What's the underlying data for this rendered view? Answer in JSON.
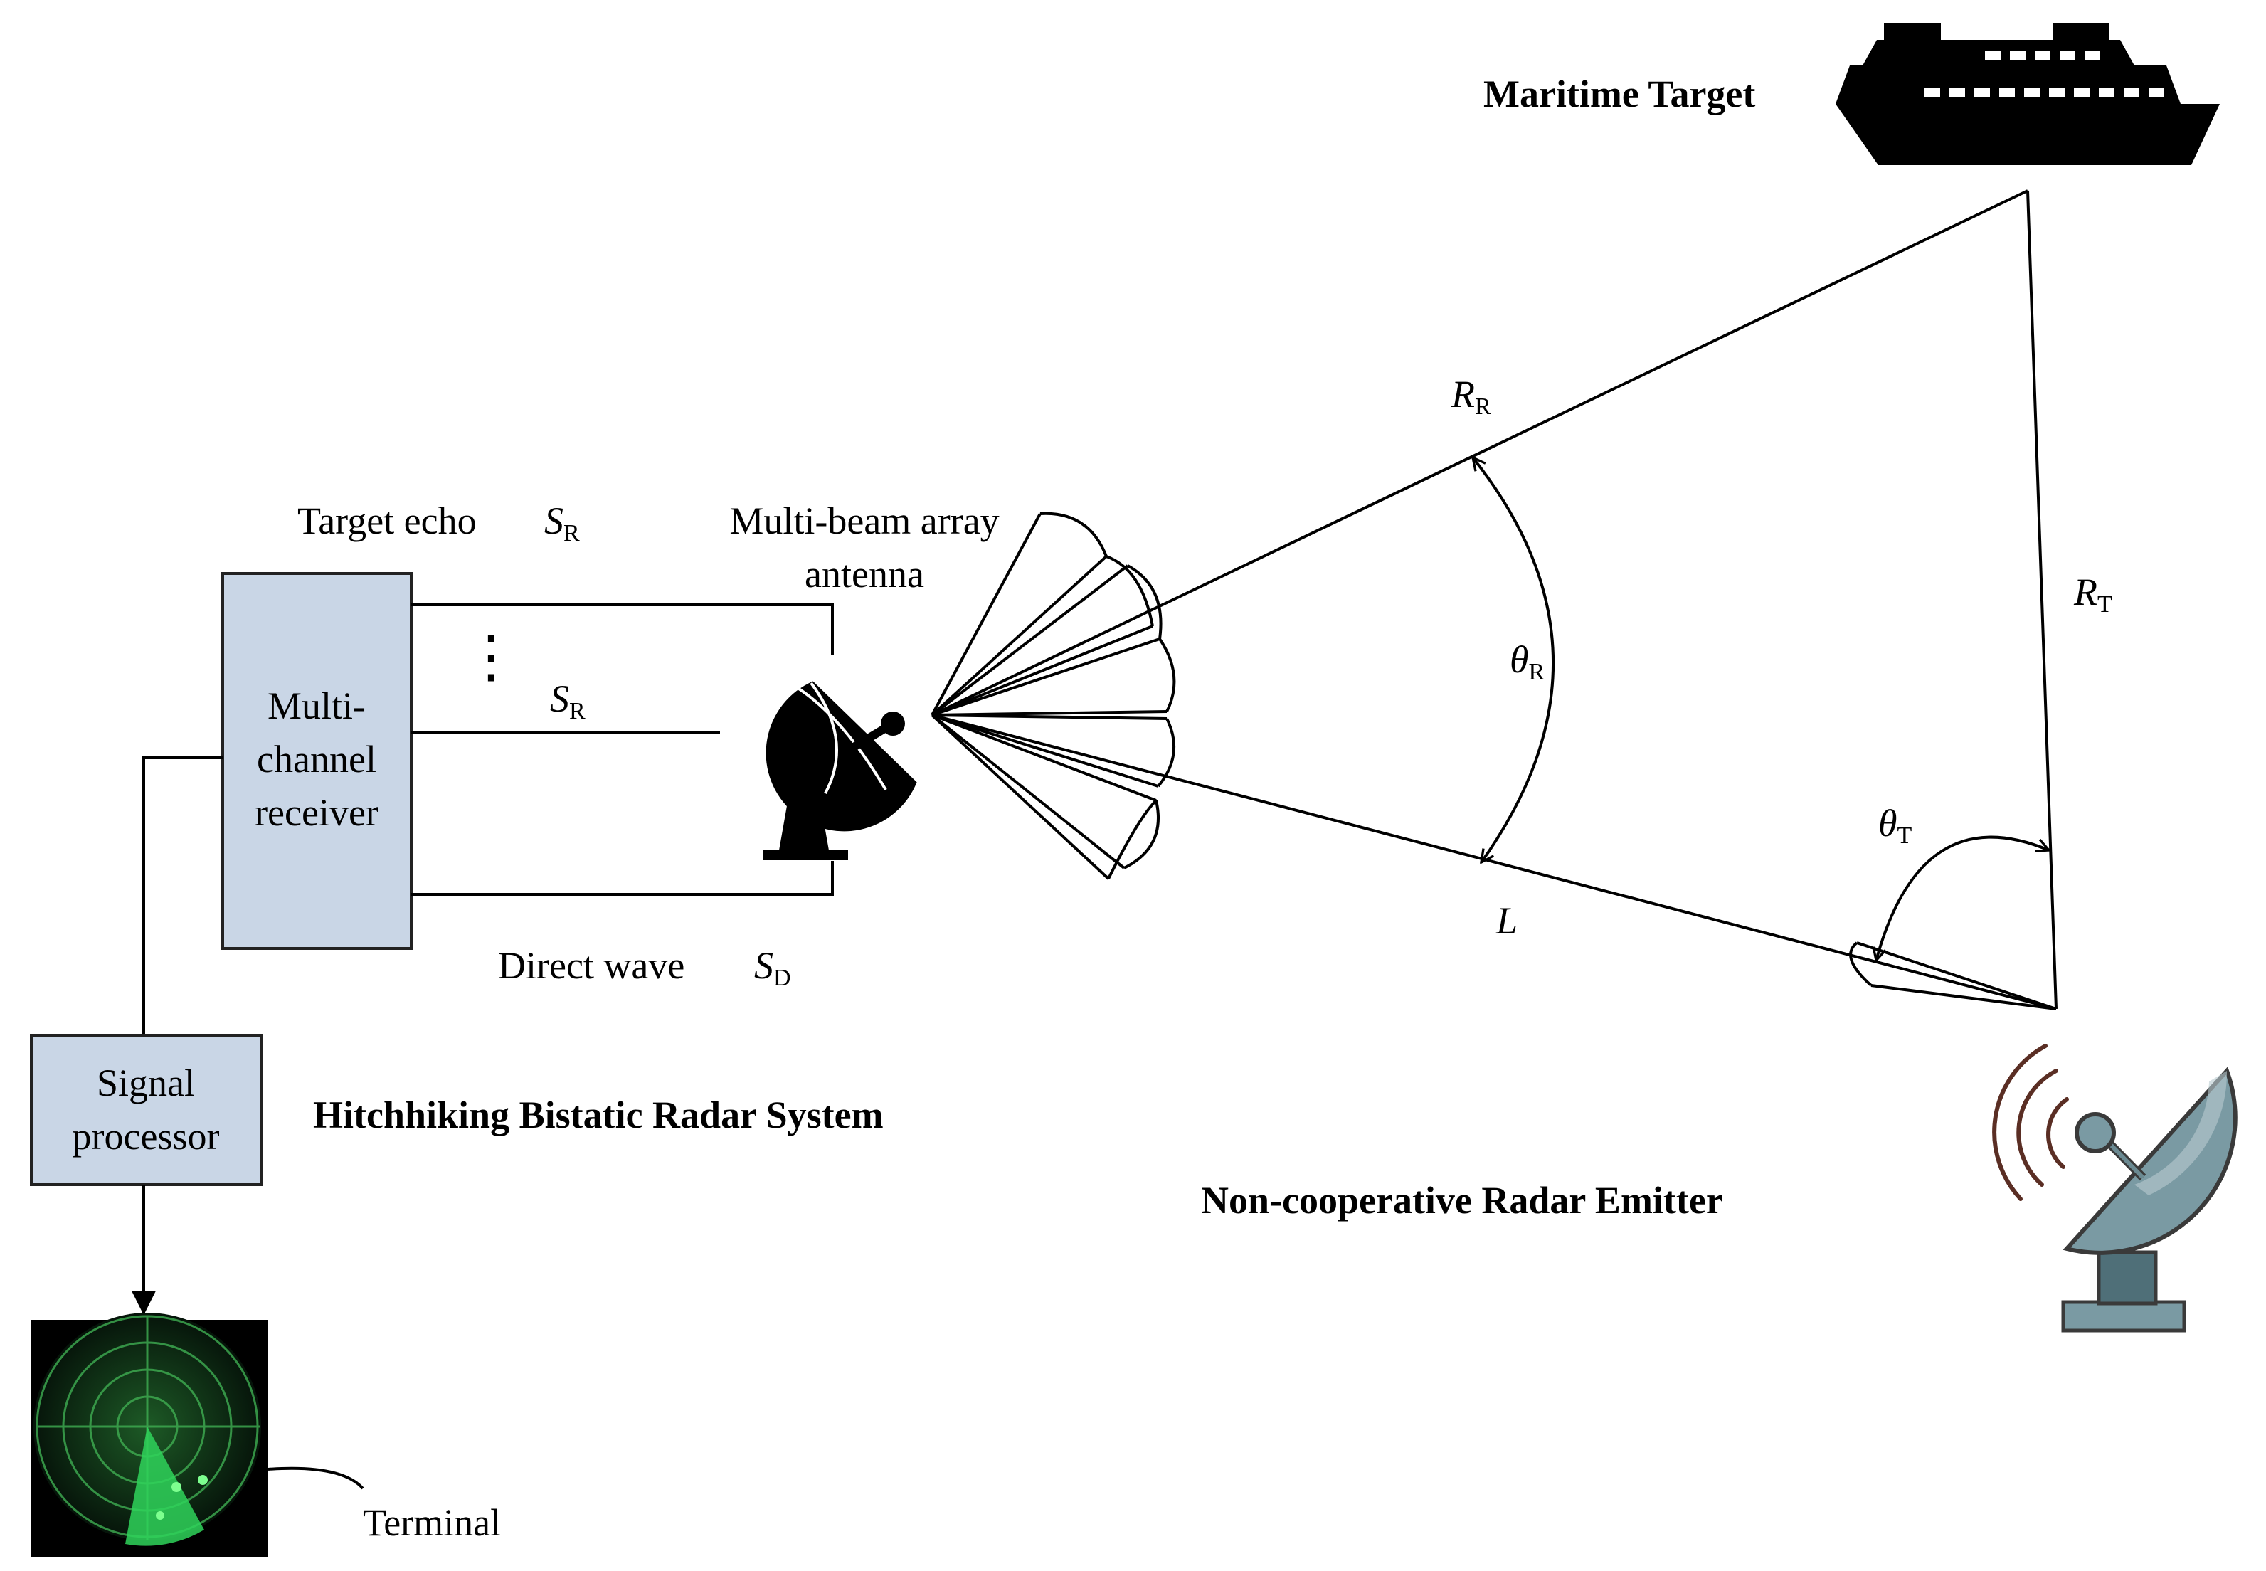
{
  "labels": {
    "maritime_target": "Maritime Target",
    "target_echo": "Target echo",
    "multibeam_line1": "Multi-beam array",
    "multibeam_line2": "antenna",
    "receiver_line1": "Multi-",
    "receiver_line2": "channel",
    "receiver_line3": "receiver",
    "direct_wave": "Direct wave",
    "signal_proc_line1": "Signal",
    "signal_proc_line2": "processor",
    "hbrs": "Hitchhiking Bistatic Radar System",
    "emitter": "Non-cooperative Radar Emitter",
    "terminal": "Terminal",
    "dots": "⋮"
  },
  "symbols": {
    "RR": {
      "main": "R",
      "sub": "R"
    },
    "RT": {
      "main": "R",
      "sub": "T"
    },
    "thetaR": {
      "main": "θ",
      "sub": "R"
    },
    "thetaT": {
      "main": "θ",
      "sub": "T"
    },
    "L": {
      "main": "L",
      "sub": ""
    },
    "SR_top": {
      "main": "S",
      "sub": "R"
    },
    "SR_mid": {
      "main": "S",
      "sub": "R"
    },
    "SD": {
      "main": "S",
      "sub": "D"
    }
  },
  "icons": {
    "ship": "ship-icon",
    "receive_dish": "dish-antenna-icon",
    "emitter_dish": "radar-emitter-icon",
    "terminal": "radar-screen-icon"
  },
  "colors": {
    "box_fill": "#c9d6e6",
    "line": "#000000",
    "emitter_dish": "#7a9aa3",
    "emitter_base": "#4f6f78",
    "radar_green": "#2fd35a",
    "radar_bg": "#0a1a0c"
  }
}
